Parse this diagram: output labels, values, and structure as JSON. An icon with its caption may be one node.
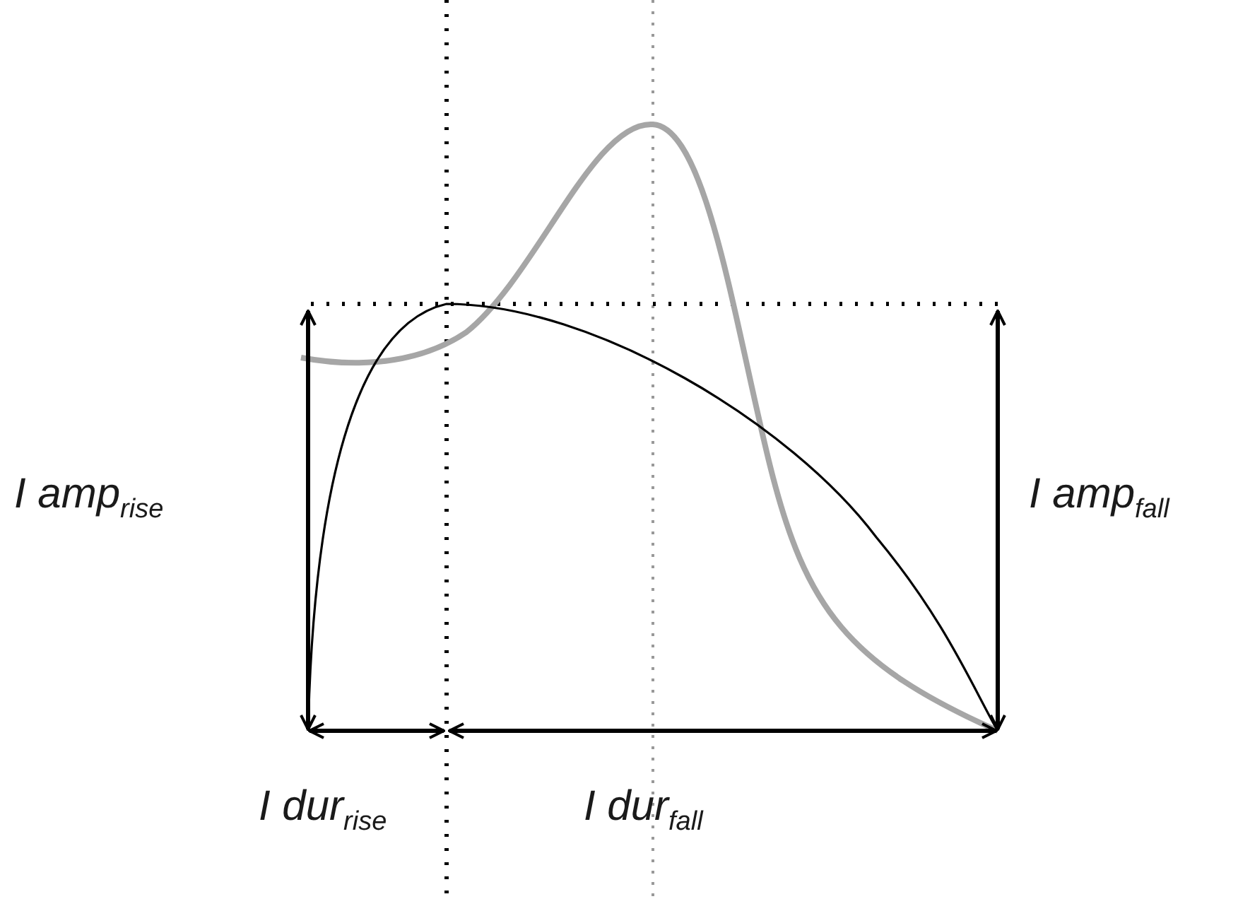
{
  "diagram": {
    "labels": [
      "I amp$_{rise}$",
      "I amp$_{fall}$",
      "I dur$_{rise}$",
      "I dur$_{fall}$"
    ]
  }
}
